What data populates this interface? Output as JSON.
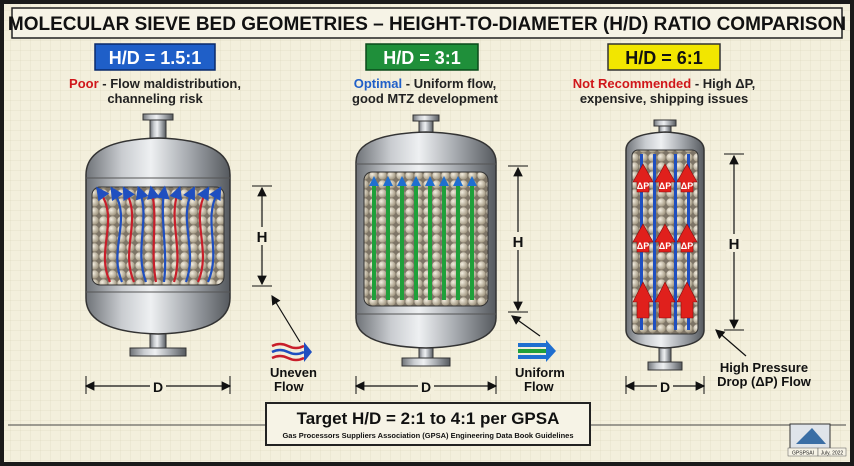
{
  "title": "MOLECULAR SIEVE BED GEOMETRIES – HEIGHT-TO-DIAMETER (H/D) RATIO COMPARISON",
  "colors": {
    "blue_badge": "#1f5fc8",
    "green_badge": "#1f8f3a",
    "yellow_badge": "#f2e600",
    "poor": "#d0161a",
    "optimal": "#1f5fc8",
    "paper": "#f3efdc"
  },
  "vessels": [
    {
      "ratio": "H/D = 1.5:1",
      "rating": "Poor",
      "desc_line1": " - Flow maldistribution,",
      "desc_line2": "channeling risk",
      "h_label": "H",
      "d_label": "D",
      "flow_label_1": "Uneven",
      "flow_label_2": "Flow"
    },
    {
      "ratio": "H/D = 3:1",
      "rating": "Optimal",
      "desc_line1": " - Uniform flow,",
      "desc_line2": "good MTZ development",
      "h_label": "H",
      "d_label": "D",
      "flow_label_1": "Uniform",
      "flow_label_2": "Flow"
    },
    {
      "ratio": "H/D = 6:1",
      "rating": "Not Recommended",
      "desc_line1": " - High ΔP,",
      "desc_line2": "expensive, shipping issues",
      "h_label": "H",
      "d_label": "D",
      "flow_label_1": "High Pressure",
      "flow_label_2": "Drop (ΔP) Flow",
      "dp_label": "ΔP"
    }
  ],
  "target": {
    "main": "Target H/D = 2:1 to 4:1 per GPSA",
    "sub": "Gas Processors Suppliers Association (GPSA) Engineering Data Book Guidelines"
  },
  "footer": {
    "source": "GPSPSAI",
    "date": "July, 2022"
  }
}
